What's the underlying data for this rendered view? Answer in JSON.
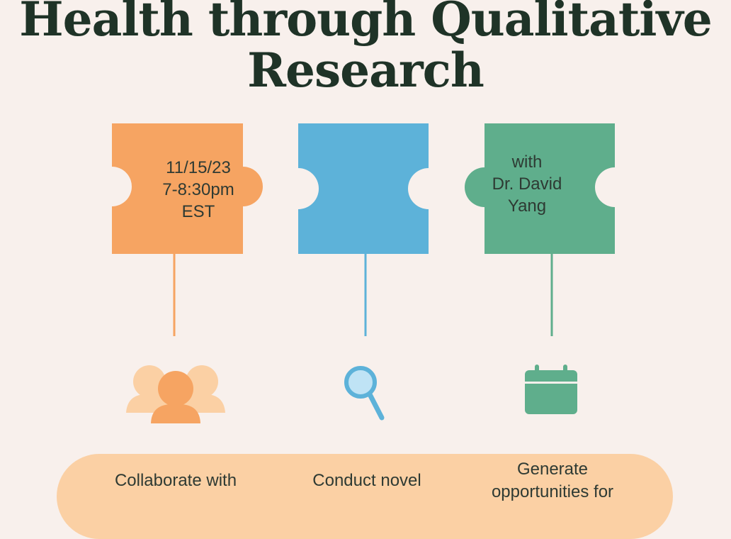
{
  "title": {
    "line1": "Health through Qualitative",
    "line2": "Research"
  },
  "puzzles": [
    {
      "color": "#f6a462",
      "lines": [
        "11/15/23",
        "7-8:30pm",
        "EST"
      ]
    },
    {
      "color": "#5db2d9",
      "lines": []
    },
    {
      "color": "#5fae8c",
      "lines": [
        "with",
        "Dr. David",
        "Yang"
      ]
    }
  ],
  "icons": [
    {
      "name": "people-icon",
      "color": "#f6a462"
    },
    {
      "name": "magnifier-icon",
      "color": "#5db2d9"
    },
    {
      "name": "calendar-icon",
      "color": "#5fae8c"
    }
  ],
  "goals": [
    {
      "text": "Collaborate with"
    },
    {
      "text": "Conduct novel"
    },
    {
      "text": "Generate",
      "text_cont": "opportunities for"
    }
  ],
  "colors": {
    "background": "#f8f0ec",
    "pill": "#fbd0a4",
    "title": "#1f3327"
  }
}
